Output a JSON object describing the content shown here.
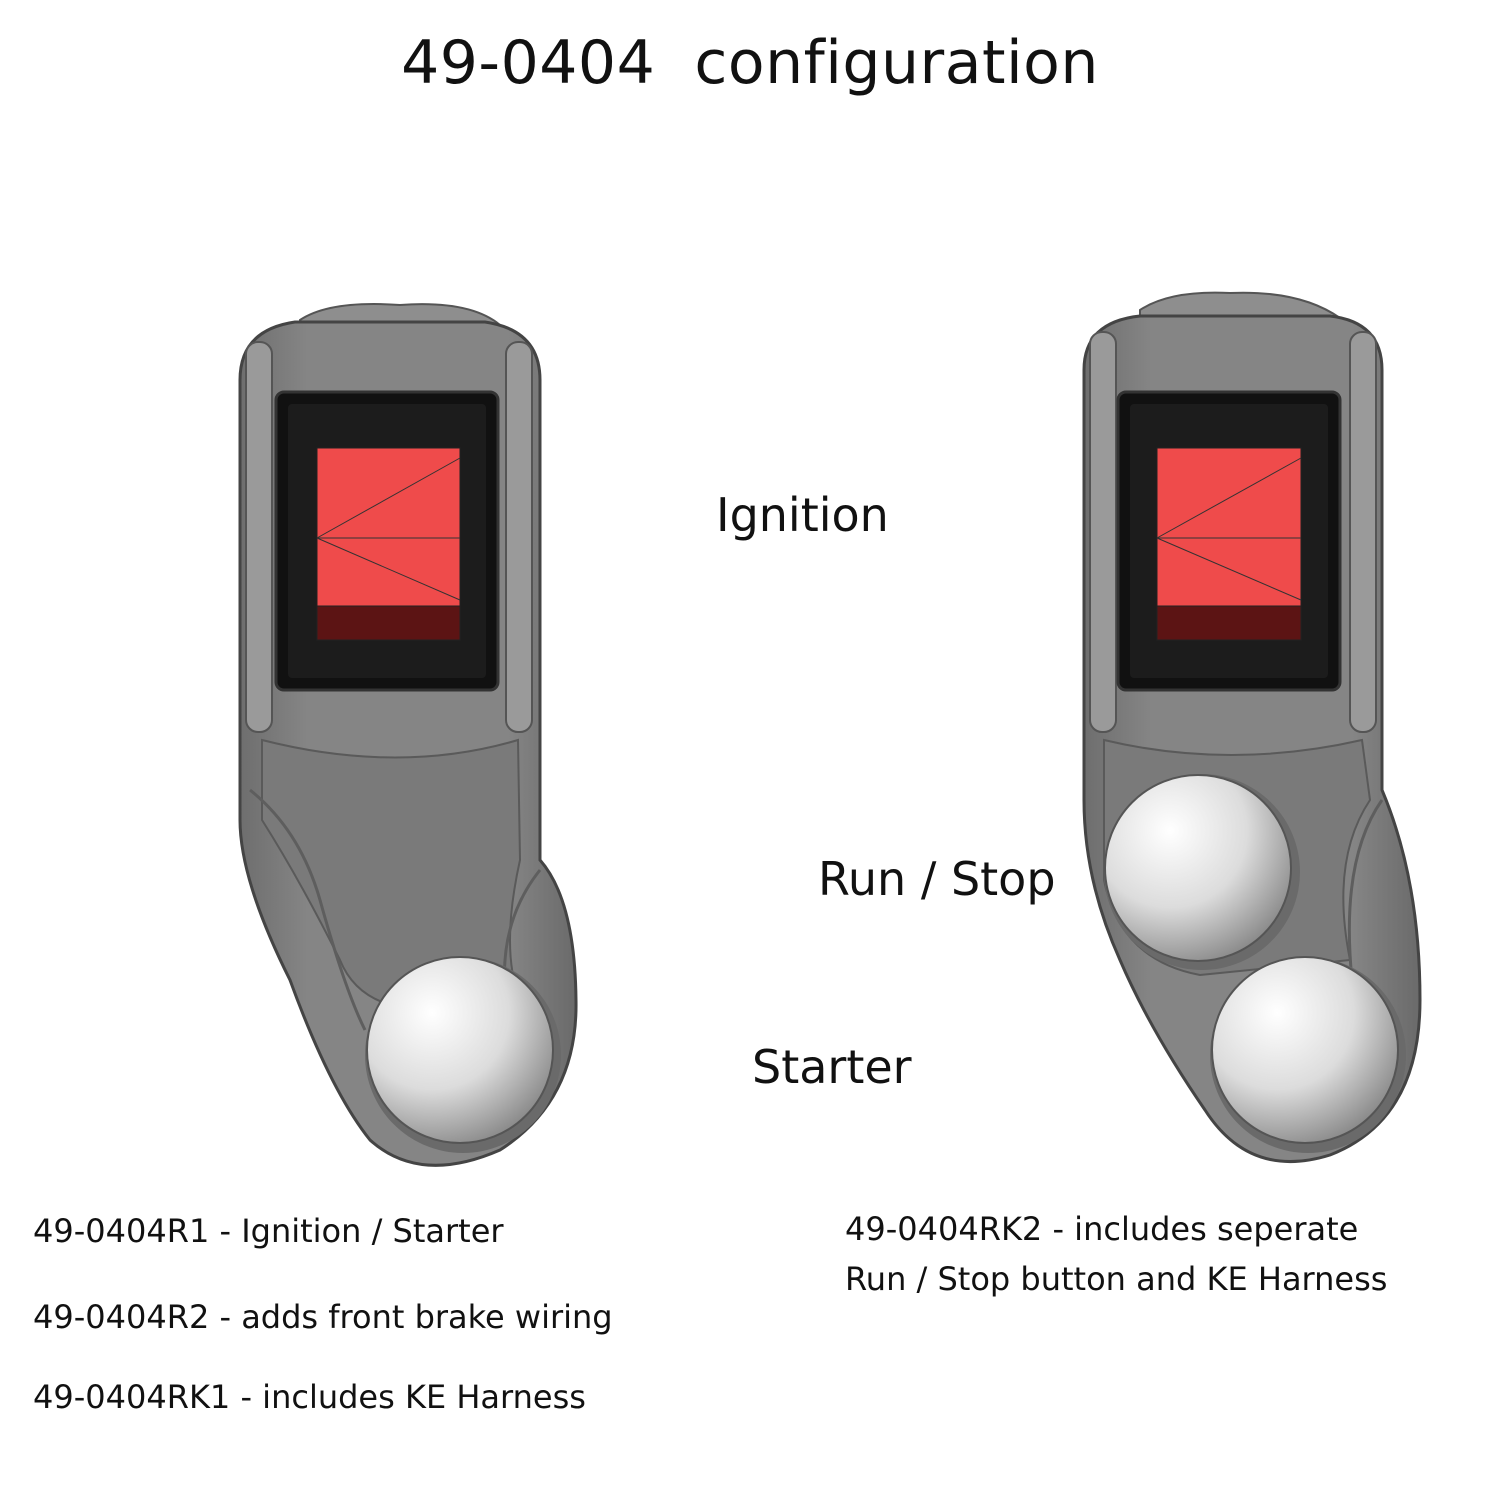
{
  "title": "49-0404  configuration",
  "labels": {
    "ignition": "Ignition",
    "run_stop": "Run / Stop",
    "starter": "Starter"
  },
  "descriptions": {
    "r1": "49-0404R1 - Ignition / Starter",
    "r2": "49-0404R2 - adds front brake wiring",
    "rk1": "49-0404RK1 - includes KE Harness",
    "rk2_line1": "49-0404RK2 - includes seperate",
    "rk2_line2": "Run / Stop button and KE Harness"
  },
  "colors": {
    "housing": "#7d7d7d",
    "housing_light": "#9a9a9a",
    "switch_red": "#ef4b4b",
    "switch_dark_red": "#5c1414",
    "bezel": "#111111"
  }
}
